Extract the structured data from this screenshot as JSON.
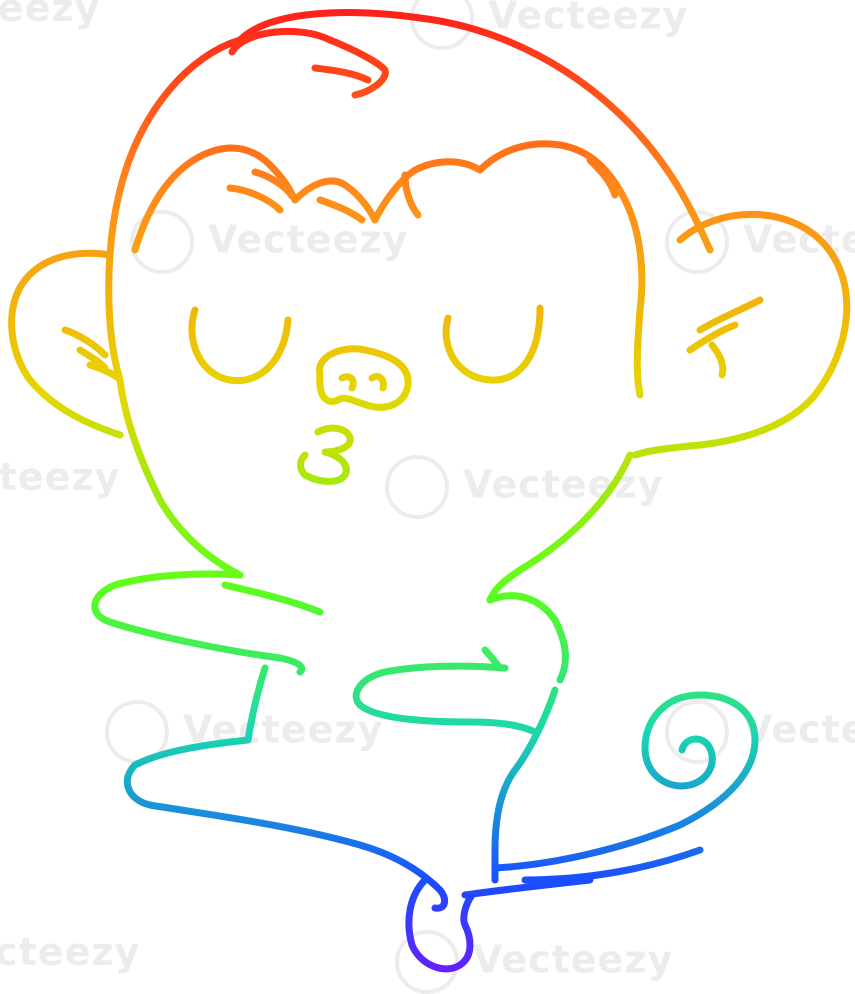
{
  "watermark": {
    "text": "Vecteezy"
  },
  "colors": {
    "gradient_top": "#ff1a1a",
    "gradient_orange": "#ff8c1a",
    "gradient_yellow": "#e6d600",
    "gradient_green": "#5cff1a",
    "gradient_cyan": "#1ad6b0",
    "gradient_blue": "#1a4dff",
    "gradient_bottom": "#6b1aff"
  },
  "illustration": {
    "subject": "dancing-monkey",
    "style": "rainbow-gradient-line-art"
  }
}
